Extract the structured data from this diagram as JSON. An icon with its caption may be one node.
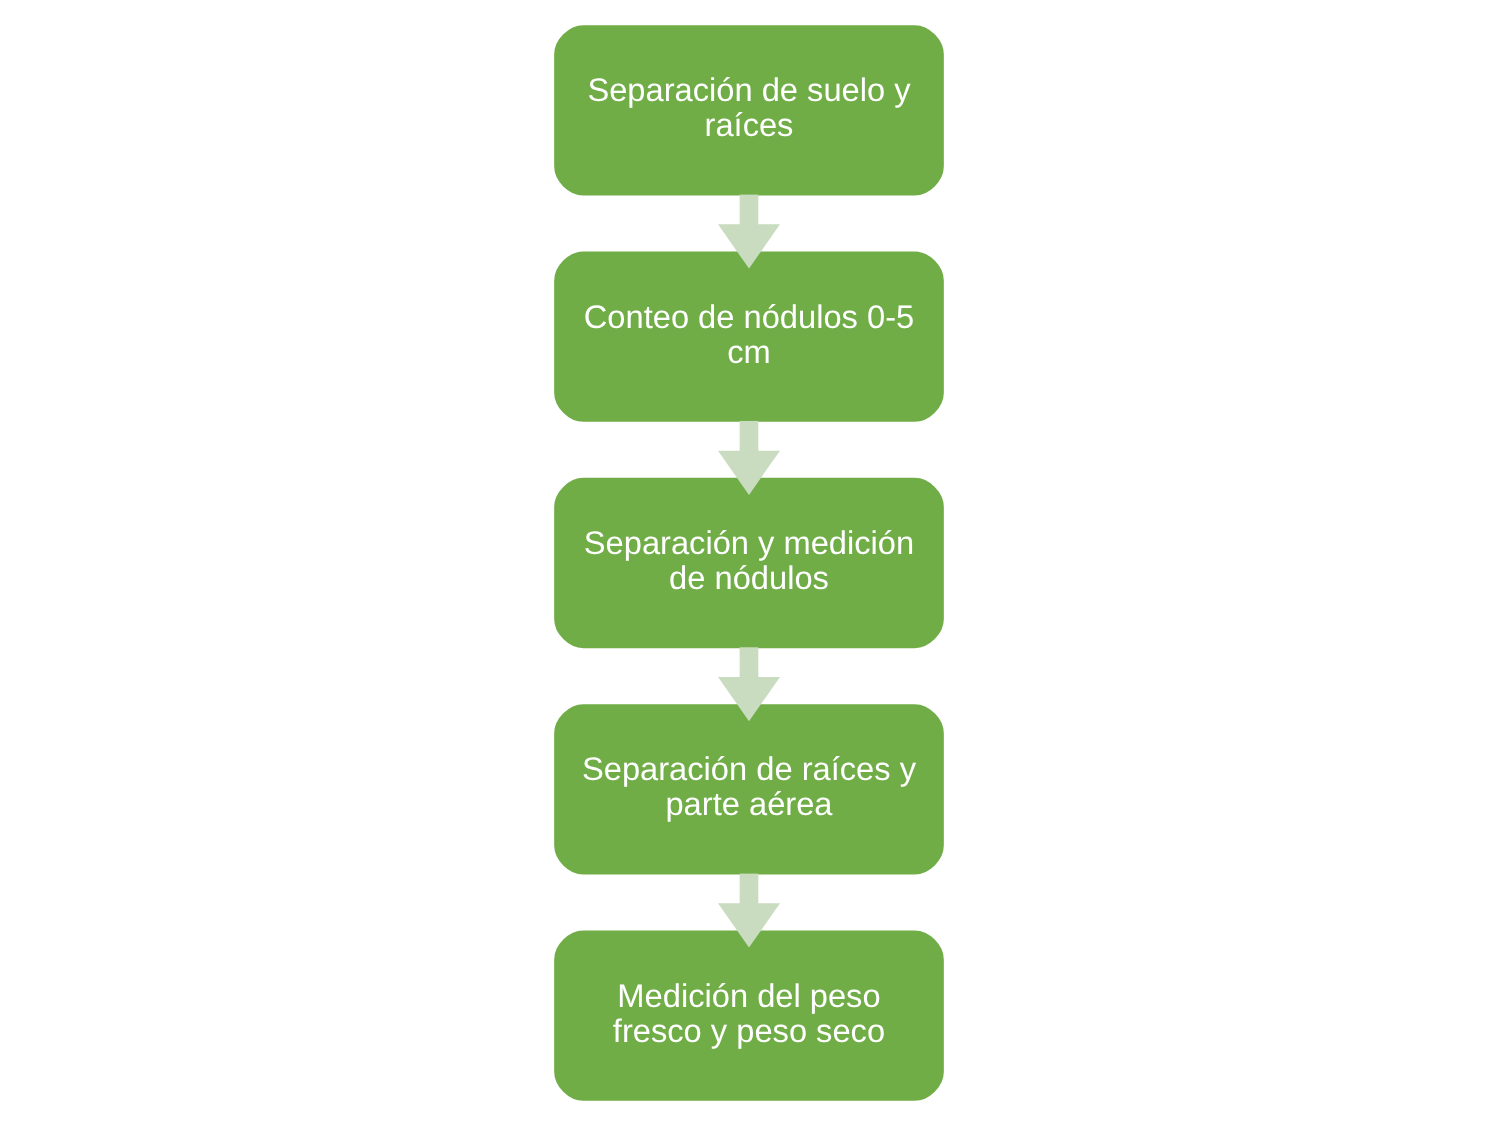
{
  "diagram": {
    "nodes": [
      {
        "text": [
          "Separación de suelo y raíces"
        ]
      },
      {
        "text": [
          "Conteo de nódulos 0-5 cm"
        ]
      },
      {
        "text": [
          "Separación y medición de nódulos"
        ]
      },
      {
        "text": [
          "Separación de raíces y parte aérea"
        ]
      },
      {
        "text": [
          "Medición del peso fresco y peso seco"
        ]
      }
    ],
    "edges": [
      {
        "from": 0,
        "to": 1,
        "arrow": "to"
      },
      {
        "from": 1,
        "to": 2,
        "arrow": "to"
      },
      {
        "from": 2,
        "to": 3,
        "arrow": "to"
      },
      {
        "from": 3,
        "to": 4,
        "arrow": "to"
      }
    ]
  }
}
